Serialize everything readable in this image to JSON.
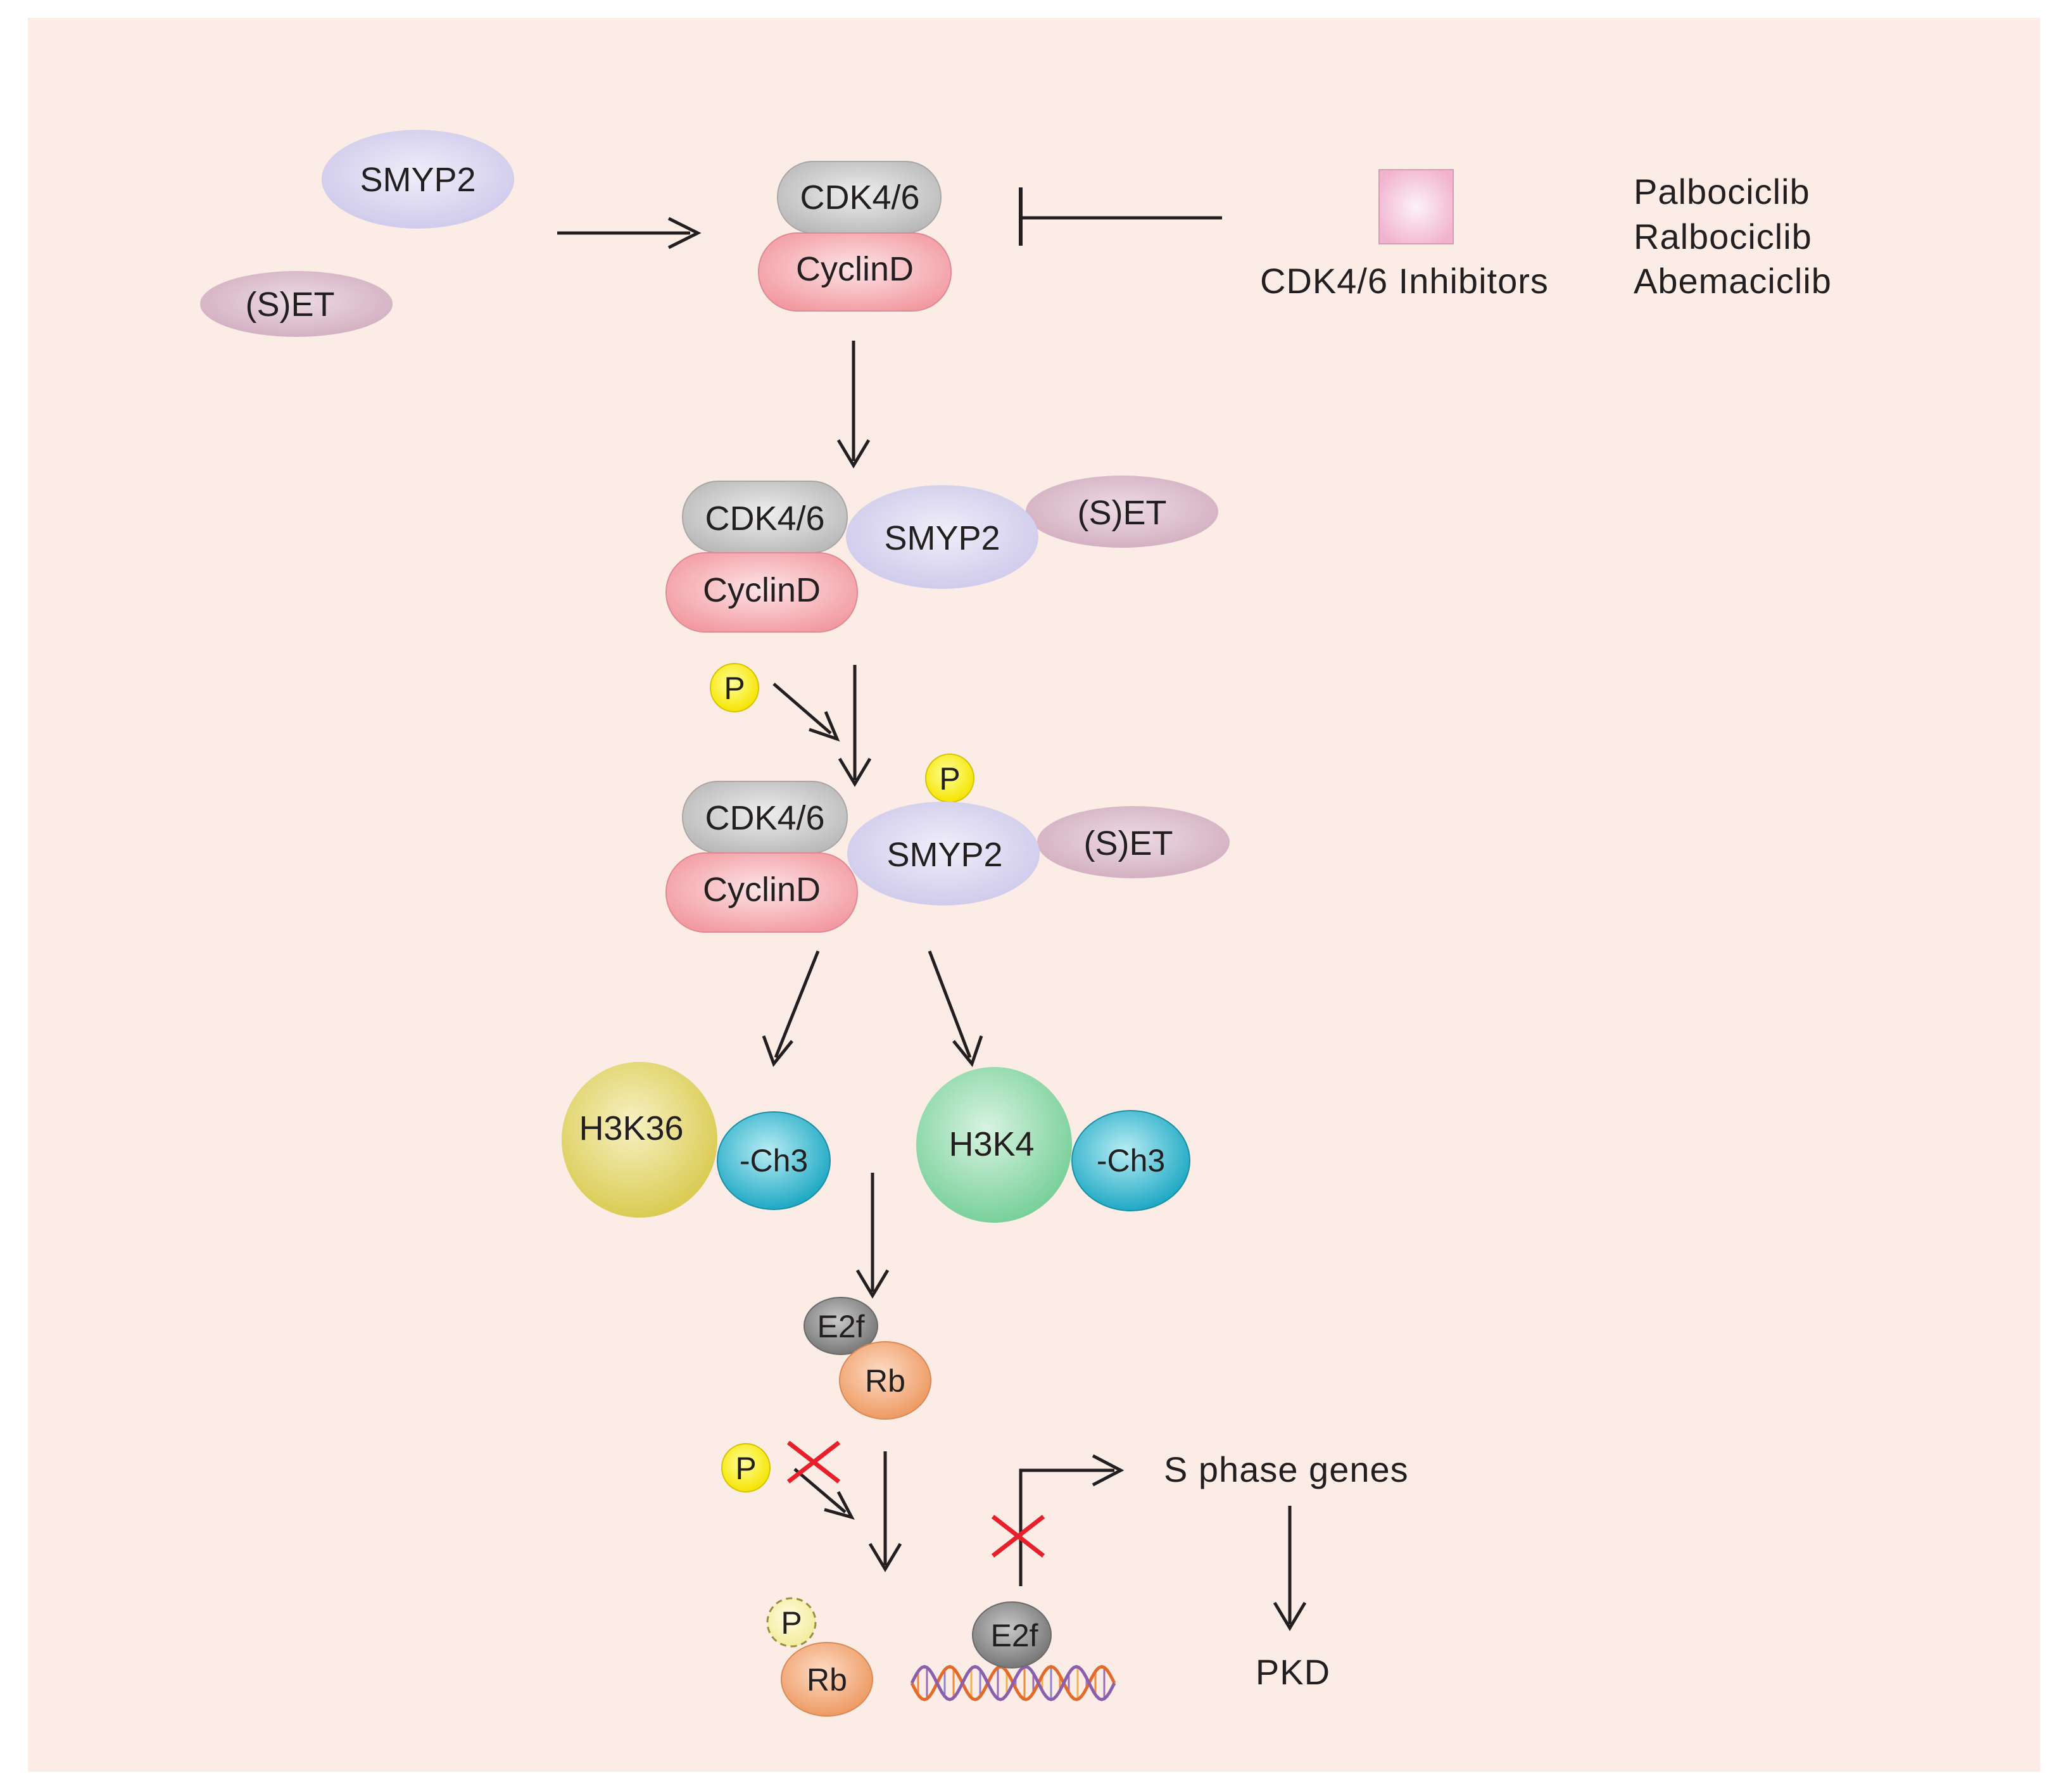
{
  "labels": {
    "smyp2": "SMYP2",
    "set": "(S)ET",
    "cdk46": "CDK4/6",
    "cyclind": "CyclinD",
    "p": "P",
    "h3k36": "H3K36",
    "h3k4": "H3K4",
    "ch3": "-Ch3",
    "e2f": "E2f",
    "rb": "Rb",
    "s_phase_genes": "S phase genes",
    "pkd": "PKD",
    "inhibitors_title": "CDK4/6 Inhibitors"
  },
  "inhibitor_drugs": [
    "Palbociclib",
    "Ralbociclib",
    "Abemaciclib"
  ],
  "colors": {
    "page": "#ffffff",
    "panel": "#fbece6",
    "arrow": "#231f20",
    "cdk46": "#c9c9c9",
    "cyclind": "#f4a9ae",
    "smyp2": "#d7d3ee",
    "set": "#d9b8c8",
    "phosphate": "#ffee10",
    "h3k36": "#e2d670",
    "h3k4": "#92d9ac",
    "ch3": "#35b8cf",
    "e2f": "#8c8c8c",
    "rb": "#f2a878",
    "block_cross": "#e8202a",
    "inhibitor_square": "#f3b6cf"
  }
}
